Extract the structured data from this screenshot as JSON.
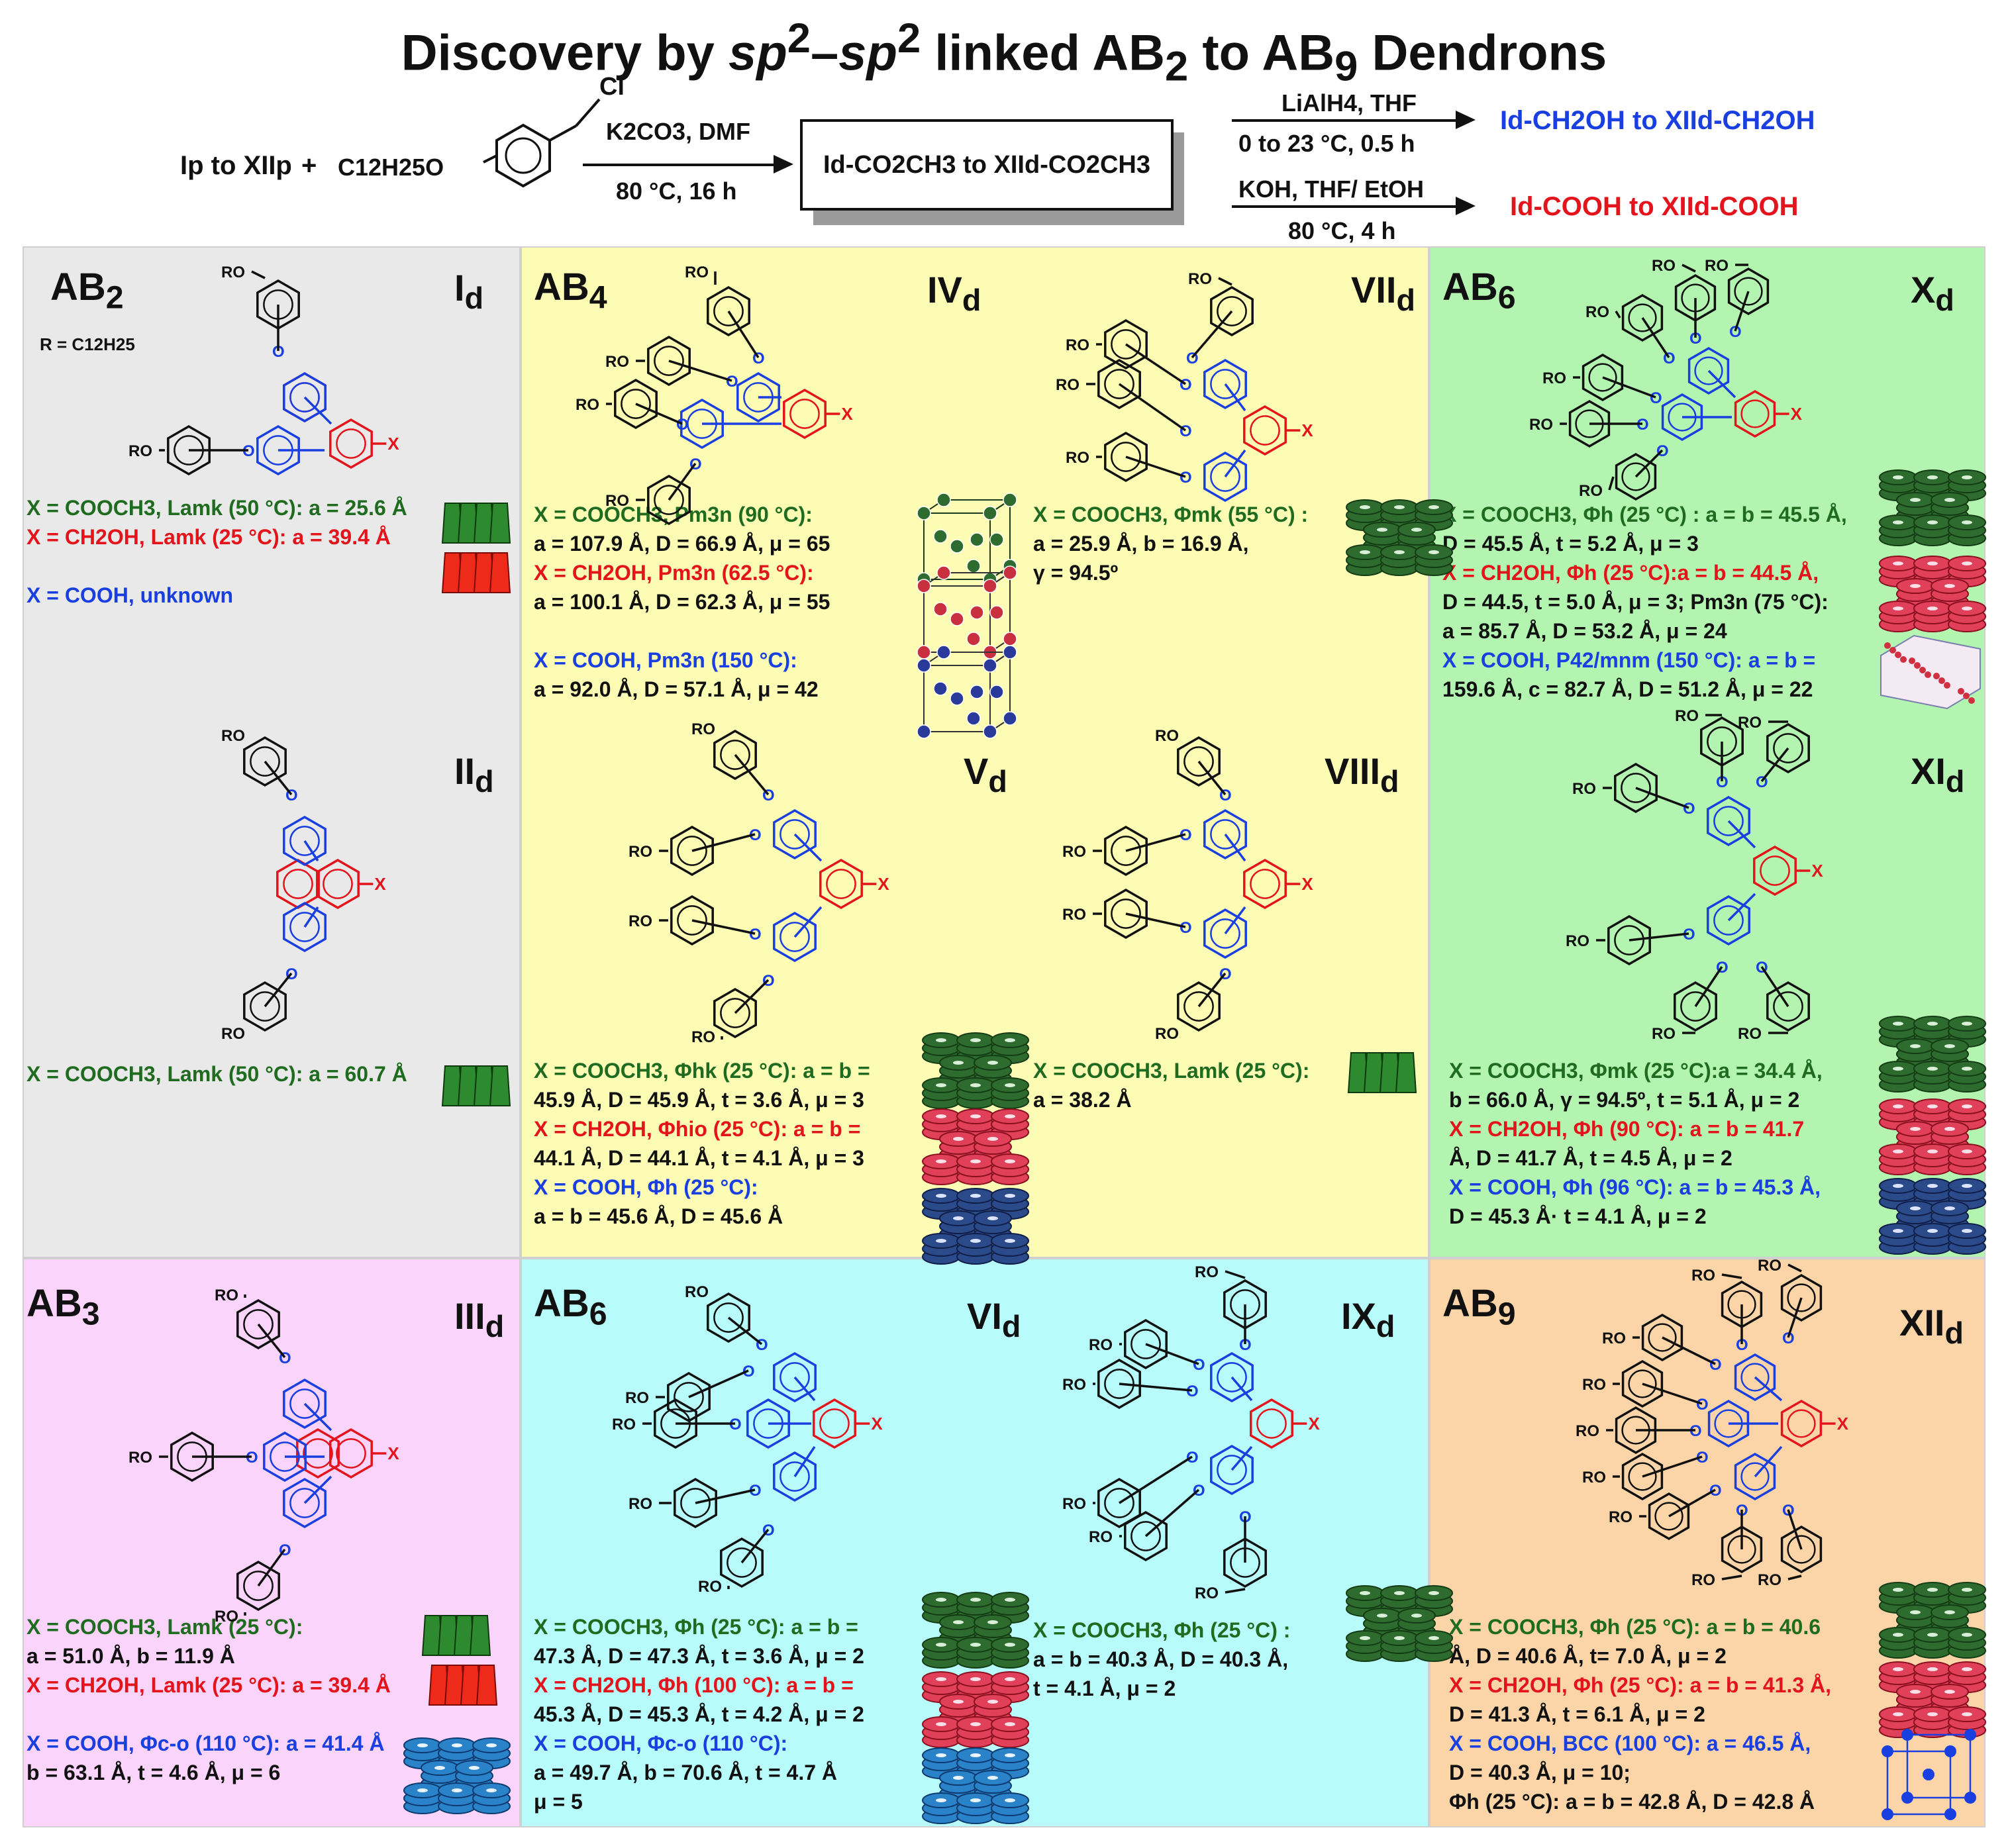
{
  "title": {
    "pre": "Discovery by ",
    "sp_a": "sp",
    "sup_a": "2",
    "dash": "–",
    "sp_b": "sp",
    "sup_b": "2",
    "post": " linked AB",
    "sub": "2",
    "post2": " to AB",
    "sub2": "9",
    "post3": " Dendrons"
  },
  "reaction": {
    "start": "Ip to XIIp",
    "plus": "+",
    "reagent_chain": "C12H25O",
    "reagent_cl": "Cl",
    "step1_top": "K2CO3, DMF",
    "step1_bottom": "80 °C, 16 h",
    "box": "Id-CO2CH3 to XIId-CO2CH3",
    "step2a_top": "LiAlH4, THF",
    "step2a_bottom": "0 to 23 °C, 0.5 h",
    "product_a": "Id-CH2OH to XIId-CH2OH",
    "step2b_top": "KOH, THF/ EtOH",
    "step2b_bottom": "80 °C, 4 h",
    "product_b": "Id-COOH to XIId-COOH"
  },
  "colors": {
    "ester": "#1f6b1f",
    "alcohol": "#e3141b",
    "acid": "#1a3fe0",
    "panel_gray": "#e9e9e9",
    "panel_yellow": "#fdfcb5",
    "panel_green": "#b3f5b0",
    "panel_pink": "#fbd4fb",
    "panel_cyan": "#b8fbfb",
    "panel_orange": "#fbd5a8"
  },
  "panels": {
    "ab2": {
      "label": "AB",
      "sub": "2",
      "rdef": "R = C12H25"
    },
    "ab4": {
      "label": "AB",
      "sub": "4"
    },
    "ab6a": {
      "label": "AB",
      "sub": "6"
    },
    "ab3": {
      "label": "AB",
      "sub": "3"
    },
    "ab6b": {
      "label": "AB",
      "sub": "6"
    },
    "ab9": {
      "label": "AB",
      "sub": "9"
    }
  },
  "compounds": {
    "I": {
      "id": "I",
      "sub": "d",
      "lines": [
        [
          "g",
          "X = COOCH3, Lamk (50 °C): a = 25.6 Å"
        ],
        [
          "r",
          "X = CH2OH, Lamk (25 °C): a = 39.4 Å"
        ],
        [
          "k",
          ""
        ],
        [
          "b",
          "X = COOH, unknown"
        ]
      ]
    },
    "II": {
      "id": "II",
      "sub": "d",
      "lines": [
        [
          "g",
          "X = COOCH3, Lamk (50 °C): a = 60.7 Å"
        ]
      ]
    },
    "III": {
      "id": "III",
      "sub": "d",
      "lines": [
        [
          "g",
          "X = COOCH3, Lamk (25 °C):"
        ],
        [
          "k",
          "a = 51.0 Å, b = 11.9 Å"
        ],
        [
          "r",
          "X = CH2OH, Lamk (25 °C): a = 39.4 Å"
        ],
        [
          "k",
          ""
        ],
        [
          "b",
          "X = COOH, Φc-o (110 °C): a = 41.4 Å"
        ],
        [
          "k",
          "b = 63.1 Å, t = 4.6 Å, μ = 6"
        ]
      ]
    },
    "IV": {
      "id": "IV",
      "sub": "d",
      "lines": [
        [
          "g",
          "X = COOCH3, Pm3n (90 °C):"
        ],
        [
          "k",
          "a = 107.9 Å, D = 66.9 Å, μ = 65"
        ],
        [
          "r",
          "X = CH2OH, Pm3n (62.5 °C):"
        ],
        [
          "k",
          "a = 100.1 Å, D = 62.3 Å, μ = 55"
        ],
        [
          "k",
          ""
        ],
        [
          "b",
          "X = COOH, Pm3n (150 °C):"
        ],
        [
          "k",
          "a = 92.0 Å, D = 57.1 Å, μ = 42"
        ]
      ]
    },
    "V": {
      "id": "V",
      "sub": "d",
      "lines": [
        [
          "g",
          "X = COOCH3, Φhk (25 °C): a = b ="
        ],
        [
          "k",
          "45.9 Å, D = 45.9 Å, t = 3.6 Å, μ = 3"
        ],
        [
          "r",
          "X = CH2OH, Φhio (25 °C): a = b ="
        ],
        [
          "k",
          "44.1 Å, D = 44.1 Å, t = 4.1 Å, μ = 3"
        ],
        [
          "b",
          "X = COOH, Φh (25 °C):"
        ],
        [
          "k",
          "a = b = 45.6 Å, D = 45.6 Å"
        ]
      ]
    },
    "VI": {
      "id": "VI",
      "sub": "d",
      "lines": [
        [
          "g",
          "X = COOCH3, Φh (25 °C): a = b ="
        ],
        [
          "k",
          "47.3 Å, D = 47.3 Å, t = 3.6 Å, μ = 2"
        ],
        [
          "r",
          "X = CH2OH, Φh (100 °C): a = b ="
        ],
        [
          "k",
          "45.3 Å, D = 45.3 Å, t =  4.2 Å, μ = 2"
        ],
        [
          "b",
          "X = COOH, Φc-o (110 °C):"
        ],
        [
          "k",
          "a = 49.7 Å, b = 70.6 Å, t = 4.7 Å"
        ],
        [
          "k",
          "μ = 5"
        ]
      ]
    },
    "VII": {
      "id": "VII",
      "sub": "d",
      "lines": [
        [
          "g",
          "X = COOCH3, Φmk (55 °C) :"
        ],
        [
          "k",
          "a = 25.9 Å, b = 16.9 Å,"
        ],
        [
          "k",
          "γ = 94.5º"
        ]
      ]
    },
    "VIII": {
      "id": "VIII",
      "sub": "d",
      "lines": [
        [
          "g",
          "X = COOCH3, Lamk (25 °C):"
        ],
        [
          "k",
          "a = 38.2 Å"
        ]
      ]
    },
    "IX": {
      "id": "IX",
      "sub": "d",
      "lines": [
        [
          "g",
          "X = COOCH3, Φh (25 °C) :"
        ],
        [
          "k",
          "a = b = 40.3 Å, D = 40.3 Å,"
        ],
        [
          "k",
          "t = 4.1 Å, μ = 2"
        ]
      ]
    },
    "X": {
      "id": "X",
      "sub": "d",
      "lines": [
        [
          "g",
          "X = COOCH3, Φh (25 °C) : a = b = 45.5 Å,"
        ],
        [
          "k",
          "D = 45.5 Å, t = 5.2 Å, μ = 3"
        ],
        [
          "r",
          "X = CH2OH, Φh (25 °C):a = b = 44.5 Å,"
        ],
        [
          "k",
          "D = 44.5, t = 5.0 Å, μ = 3; Pm3n (75 °C):"
        ],
        [
          "k",
          "a = 85.7 Å, D = 53.2 Å, μ = 24"
        ],
        [
          "b",
          "X = COOH,  P42/mnm (150 °C): a = b ="
        ],
        [
          "k",
          "159.6 Å, c = 82.7 Å, D = 51.2 Å, μ = 22"
        ]
      ]
    },
    "XI": {
      "id": "XI",
      "sub": "d",
      "lines": [
        [
          "g",
          "X = COOCH3, Φmk (25 °C):a = 34.4 Å,"
        ],
        [
          "k",
          "b = 66.0 Å, γ = 94.5º, t = 5.1 Å, μ = 2"
        ],
        [
          "r",
          "X = CH2OH, Φh (90 °C): a = b = 41.7"
        ],
        [
          "k",
          "Å, D = 41.7 Å, t = 4.5 Å, μ = 2"
        ],
        [
          "b",
          "X = COOH, Φh (96 °C): a = b = 45.3 Å,"
        ],
        [
          "k",
          "D = 45.3 Å· t = 4.1 Å, μ = 2"
        ]
      ]
    },
    "XII": {
      "id": "XII",
      "sub": "d",
      "lines": [
        [
          "g",
          "X = COOCH3, Φh (25 °C): a = b = 40.6"
        ],
        [
          "k",
          "Å, D = 40.6 Å, t=  7.0 Å, μ = 2"
        ],
        [
          "r",
          "X = CH2OH, Φh (25 °C): a = b = 41.3 Å,"
        ],
        [
          "k",
          "D = 41.3 Å, t = 6.1 Å, μ = 2"
        ],
        [
          "b",
          "X = COOH, BCC (100 °C): a = 46.5 Å,"
        ],
        [
          "k",
          "D = 40.3 Å, μ = 10;"
        ],
        [
          "k",
          "Φh (25 °C): a = b = 42.8 Å, D = 42.8 Å"
        ]
      ]
    }
  },
  "struct_labels": {
    "ro": "RO",
    "o": "O",
    "x": "X"
  }
}
